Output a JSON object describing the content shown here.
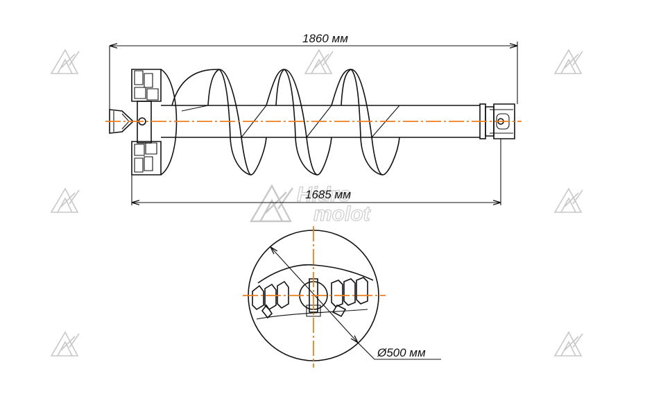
{
  "dimensions": {
    "overall_length": "1860 мм",
    "flight_length": "1685 мм",
    "diameter": "Ø500 мм"
  },
  "watermark": {
    "brand_line1": "Hidro",
    "brand_line2": "molot"
  },
  "colors": {
    "centerline": "#f07f1e",
    "outline": "#111111",
    "watermark": "#c8c8c8"
  }
}
